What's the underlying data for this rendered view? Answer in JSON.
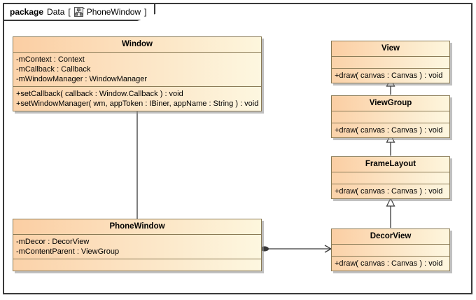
{
  "package": {
    "keyword": "package",
    "name": "Data",
    "bracket_open": "[",
    "bracket_close": "]",
    "diagram_name": "PhoneWindow",
    "icon": "package-hierarchy-icon"
  },
  "colors": {
    "header_start": "#fbcea3",
    "header_end": "#fdf6dd",
    "body_start": "#fbd2a9",
    "body_end": "#fdf7e0",
    "border": "#8a7a55",
    "frame_border": "#3a3a3a",
    "shadow": "#8c8c8c",
    "canvas": "#ffffff"
  },
  "classes": [
    {
      "id": "window",
      "name": "Window",
      "attributes": [
        "-mContext : Context",
        "-mCallback : Callback",
        "-mWindowManager : WindowManager"
      ],
      "operations": [
        "+setCallback( callback : Window.Callback ) : void",
        "+setWindowManager( wm, appToken : IBiner, appName : String ) : void"
      ]
    },
    {
      "id": "phonewindow",
      "name": "PhoneWindow",
      "attributes": [
        "-mDecor : DecorView",
        "-mContentParent : ViewGroup"
      ],
      "operations": []
    },
    {
      "id": "view",
      "name": "View",
      "attributes": [],
      "operations": [
        "+draw( canvas : Canvas ) : void"
      ]
    },
    {
      "id": "viewgroup",
      "name": "ViewGroup",
      "attributes": [],
      "operations": [
        "+draw( canvas : Canvas ) : void"
      ]
    },
    {
      "id": "framelayout",
      "name": "FrameLayout",
      "attributes": [],
      "operations": [
        "+draw( canvas : Canvas ) : void"
      ]
    },
    {
      "id": "decorview",
      "name": "DecorView",
      "attributes": [],
      "operations": [
        "+draw( canvas : Canvas ) : void"
      ]
    }
  ],
  "relationships": [
    {
      "id": "rel-phonewindow-window",
      "type": "generalization",
      "from": "PhoneWindow",
      "to": "Window"
    },
    {
      "id": "rel-viewgroup-view",
      "type": "generalization",
      "from": "ViewGroup",
      "to": "View"
    },
    {
      "id": "rel-framelayout-viewgroup",
      "type": "generalization",
      "from": "FrameLayout",
      "to": "ViewGroup"
    },
    {
      "id": "rel-decorview-framelayout",
      "type": "generalization",
      "from": "DecorView",
      "to": "FrameLayout"
    },
    {
      "id": "rel-phonewindow-decorview",
      "type": "association",
      "from": "PhoneWindow",
      "to": "DecorView"
    }
  ]
}
